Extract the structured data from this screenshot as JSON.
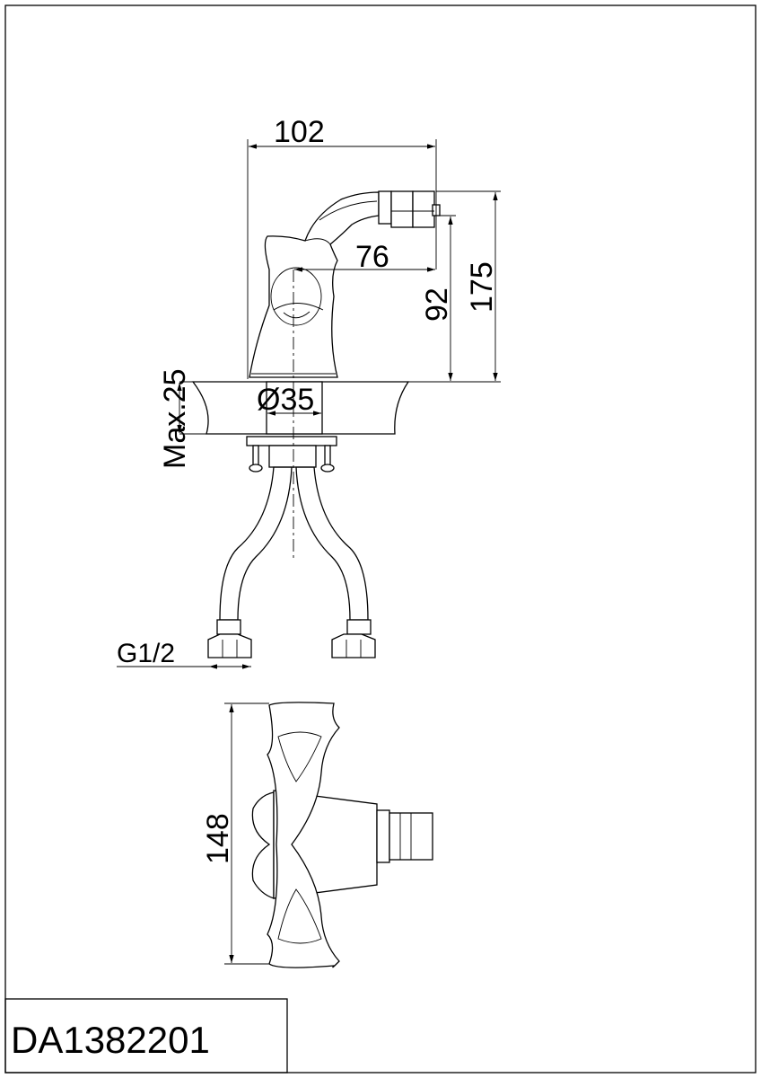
{
  "model_code": "DA1382201",
  "dimensions": {
    "width_top": "102",
    "height_total": "175",
    "spout_height": "92",
    "spout_reach": "76",
    "hole_diameter": "Ø35",
    "max_counter_thickness": "Max.25",
    "connection_thread": "G1/2",
    "handle_length": "148"
  }
}
